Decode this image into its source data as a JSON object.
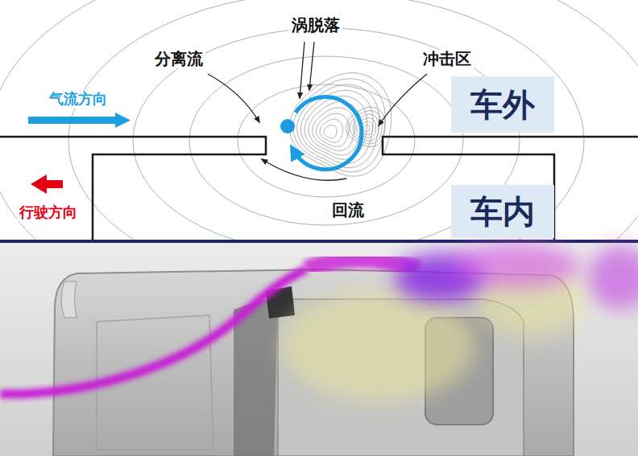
{
  "diagram": {
    "nodes": [
      {
        "text": [
          "车外"
        ]
      },
      {
        "text": [
          "车内"
        ]
      }
    ],
    "labels": [
      "涡脱落",
      "分离流",
      "冲击区",
      "气流方向",
      "行驶方向",
      "回流"
    ]
  }
}
